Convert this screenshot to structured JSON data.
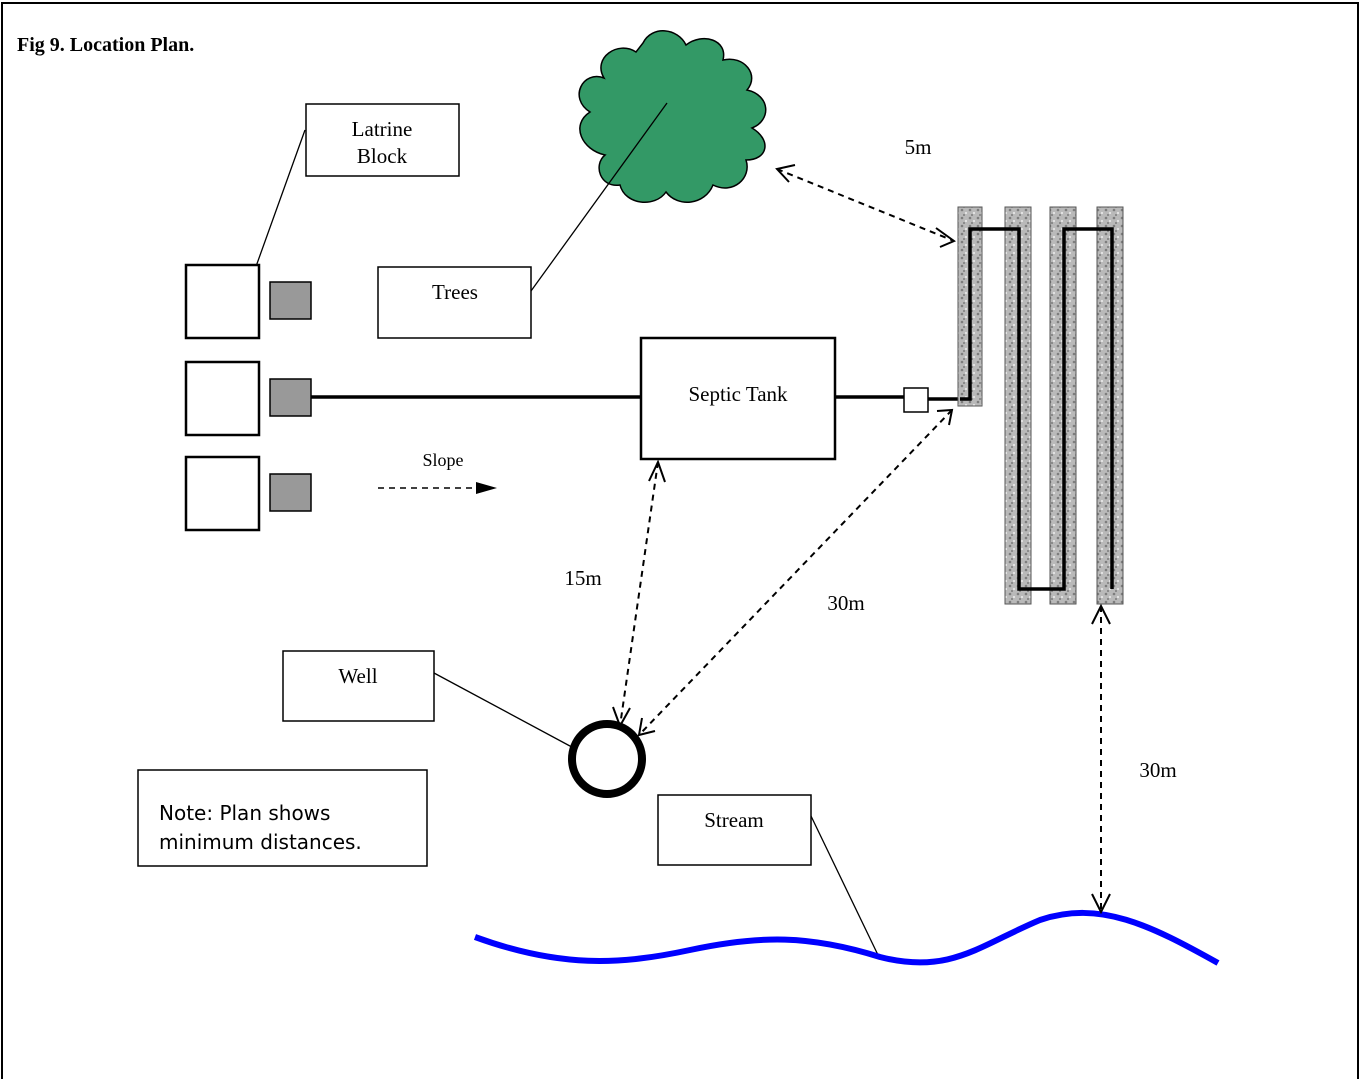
{
  "title": "Fig 9. Location Plan.",
  "labels": {
    "latrine_line1": "Latrine",
    "latrine_line2": "Block",
    "trees": "Trees",
    "septic_tank": "Septic Tank",
    "slope": "Slope",
    "well": "Well",
    "stream": "Stream",
    "note_line1": "Note: Plan shows",
    "note_line2": "minimum distances."
  },
  "distances": {
    "trees_to_drainfield": "5m",
    "tank_to_well": "15m",
    "drainfield_to_well": "30m",
    "drainfield_to_stream": "30m"
  },
  "colors": {
    "tree": "#339966",
    "stream": "#0000ff",
    "pit": "#999999",
    "drain_trench": "#a9a9a9"
  }
}
